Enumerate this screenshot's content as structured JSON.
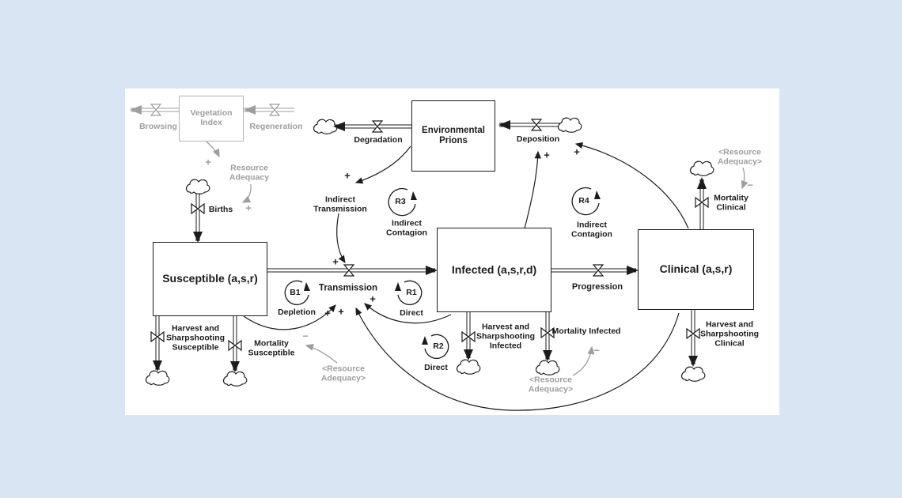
{
  "page": {
    "background_color": "#d9e5f3",
    "canvas_color": "#ffffff",
    "ink_color": "#1c1c1c",
    "gray_color": "#9e9e9e"
  },
  "diagram": {
    "stocks": [
      {
        "label": "Vegetation\nIndex"
      },
      {
        "label": "Environmental\nPrions"
      },
      {
        "label": "Susceptible (a,s,r)"
      },
      {
        "label": "Infected (a,s,r,d)"
      },
      {
        "label": "Clinical (a,s,r)"
      }
    ],
    "flows": {
      "browsing": "Browsing",
      "regeneration": "Regeneration",
      "degradation": "Degradation",
      "deposition": "Deposition",
      "births": "Births",
      "transmission": "Transmission",
      "progression": "Progression",
      "harvest_susceptible": "Harvest and\nSharpshooting\nSusceptible",
      "mortality_susceptible": "Mortality\nSusceptible",
      "harvest_infected": "Harvest and\nSharpshooting\nInfected",
      "mortality_infected": "Mortality Infected",
      "harvest_clinical": "Harvest and\nSharpshooting\nClinical",
      "mortality_clinical": "Mortality\nClinical"
    },
    "auxiliaries": {
      "resource_adequacy": "Resource\nAdequacy",
      "resource_adequacy_shadow": "<Resource\nAdequacy>",
      "indirect_transmission": "Indirect\nTransmission"
    },
    "loops": [
      {
        "id": "R3",
        "label": "Indirect\nContagion"
      },
      {
        "id": "R4",
        "label": "Indirect\nContagion"
      },
      {
        "id": "B1",
        "label": "Depletion"
      },
      {
        "id": "R1",
        "label": "Direct"
      },
      {
        "id": "R2",
        "label": "Direct"
      }
    ],
    "signs": {
      "plus": "+",
      "minus": "−"
    }
  }
}
